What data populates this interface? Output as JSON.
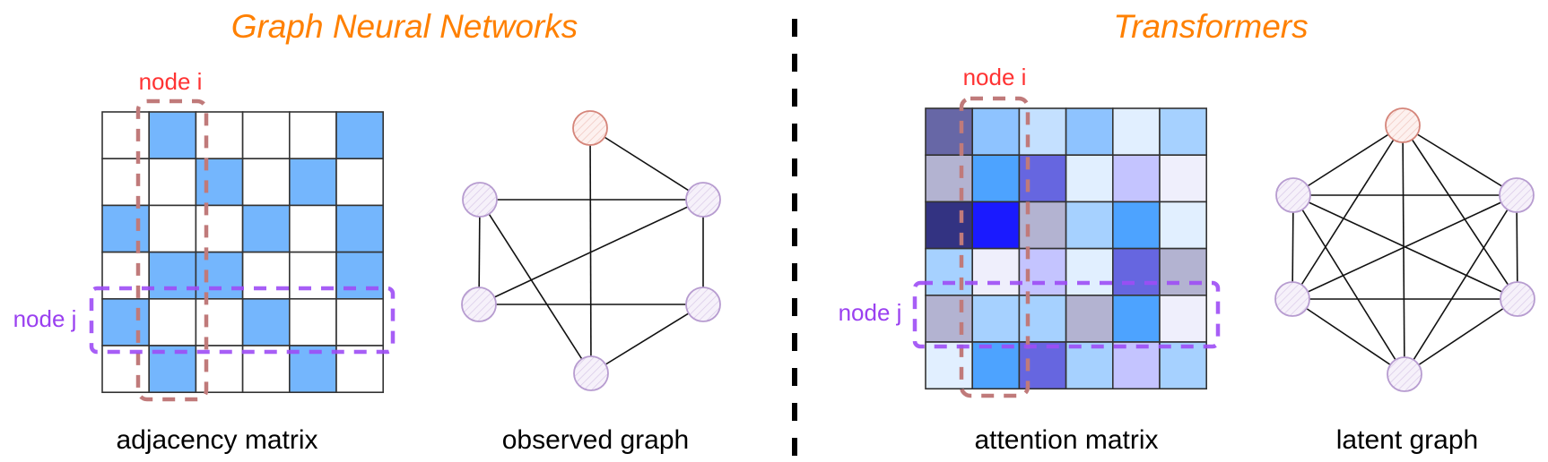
{
  "colors": {
    "title": "#ff8000",
    "node_i": "#ff3333",
    "node_j": "#9a40f0",
    "node_i_box": "#c07a7a",
    "node_j_box": "#9d4cf5",
    "adjacency_fill": "#74b6fd",
    "grid_line": "#333333",
    "edge": "#111111",
    "node_default_stroke": "#b79cd0",
    "node_default_fill": "#f2ecf8",
    "node_highlight_stroke": "#d5857a",
    "node_highlight_fill": "#fbe9e6",
    "divider": "#000000"
  },
  "left_panel": {
    "title": "Graph Neural Networks",
    "node_i_label": "node i",
    "node_j_label": "node j",
    "matrix_caption": "adjacency matrix",
    "graph_caption": "observed graph",
    "highlight_column": 1,
    "highlight_row": 4,
    "adjacency_matrix": [
      [
        0,
        1,
        0,
        0,
        0,
        1
      ],
      [
        0,
        0,
        1,
        0,
        1,
        0
      ],
      [
        1,
        0,
        0,
        1,
        0,
        1
      ],
      [
        0,
        1,
        1,
        0,
        0,
        1
      ],
      [
        1,
        0,
        0,
        1,
        0,
        0
      ],
      [
        0,
        1,
        0,
        0,
        1,
        0
      ]
    ],
    "graph": {
      "nodes": [
        "top",
        "upper-left",
        "upper-right",
        "lower-left",
        "lower-right",
        "bottom"
      ],
      "highlighted_node": "top",
      "edges": [
        [
          "top",
          "upper-right"
        ],
        [
          "top",
          "bottom"
        ],
        [
          "upper-left",
          "upper-right"
        ],
        [
          "upper-left",
          "lower-left"
        ],
        [
          "upper-left",
          "bottom"
        ],
        [
          "upper-right",
          "lower-left"
        ],
        [
          "upper-right",
          "lower-right"
        ],
        [
          "lower-left",
          "lower-right"
        ],
        [
          "lower-right",
          "bottom"
        ]
      ]
    }
  },
  "right_panel": {
    "title": "Transformers",
    "node_i_label": "node i",
    "node_j_label": "node j",
    "matrix_caption": "attention matrix",
    "graph_caption": "latent graph",
    "highlight_column": 1,
    "highlight_row": 4,
    "attention_matrix_colors": [
      [
        "#6767a6",
        "#8ec3ff",
        "#c4e0ff",
        "#8ec3ff",
        "#e1efff",
        "#a6d1ff"
      ],
      [
        "#b3b3d1",
        "#4da3ff",
        "#6666e0",
        "#e1efff",
        "#c4c4ff",
        "#efeffc"
      ],
      [
        "#333382",
        "#1a1aff",
        "#b3b3d1",
        "#a6d1ff",
        "#4da3ff",
        "#e1efff"
      ],
      [
        "#a6d1ff",
        "#efeffc",
        "#c4c4ff",
        "#e1efff",
        "#6666e0",
        "#b3b3d1"
      ],
      [
        "#b3b3d1",
        "#a6d1ff",
        "#a6d1ff",
        "#b3b3d1",
        "#4da3ff",
        "#efeffc"
      ],
      [
        "#e1efff",
        "#4da3ff",
        "#6666e0",
        "#a6d1ff",
        "#c4c4ff",
        "#a6d1ff"
      ]
    ],
    "graph": {
      "nodes": [
        "top",
        "upper-left",
        "upper-right",
        "lower-left",
        "lower-right",
        "bottom"
      ],
      "highlighted_node": "top",
      "fully_connected": true
    }
  }
}
